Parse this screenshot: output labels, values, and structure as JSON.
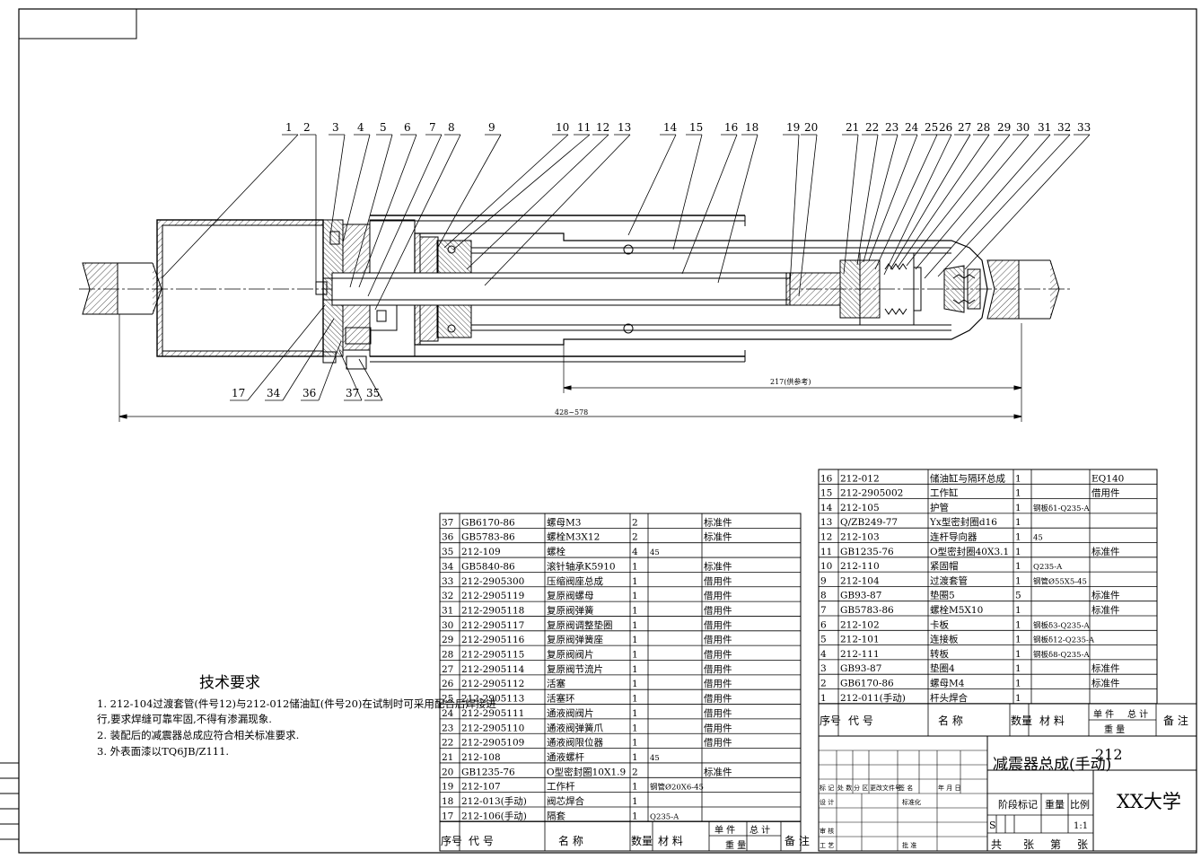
{
  "balloons": [
    "1",
    "2",
    "3",
    "4",
    "5",
    "6",
    "7",
    "8",
    "9",
    "10",
    "11",
    "12",
    "13",
    "14",
    "15",
    "16",
    "18",
    "19",
    "20",
    "21",
    "22",
    "23",
    "24",
    "25",
    "26",
    "27",
    "28",
    "29",
    "30",
    "31",
    "32",
    "33"
  ],
  "bottom_balloons": [
    "17",
    "34",
    "36",
    "37",
    "35"
  ],
  "dimensions": {
    "d217": "217(供参考)",
    "d428": "428~578"
  },
  "tech": {
    "title": "技术要求",
    "lines": [
      "1. 212-104过渡套管(件号12)与212-012储油缸(件号20)在试制时可采用配合后焊接进",
      "    行,要求焊缝可靠牢固,不得有渗漏现象.",
      "2. 装配后的减震器总成应符合相关标准要求.",
      "3. 外表面漆以TQ6JB/Z111."
    ]
  },
  "bom_left": [
    [
      "37",
      "GB6170-86",
      "螺母M3",
      "2",
      "",
      "标准件"
    ],
    [
      "36",
      "GB5783-86",
      "螺栓M3X12",
      "2",
      "",
      "标准件"
    ],
    [
      "35",
      "212-109",
      "螺栓",
      "4",
      "45",
      ""
    ],
    [
      "34",
      "GB5840-86",
      "滚针轴承K5910",
      "1",
      "",
      "标准件"
    ],
    [
      "33",
      "212-2905300",
      "压缩阀座总成",
      "1",
      "",
      "借用件"
    ],
    [
      "32",
      "212-2905119",
      "复原阀螺母",
      "1",
      "",
      "借用件"
    ],
    [
      "31",
      "212-2905118",
      "复原阀弹簧",
      "1",
      "",
      "借用件"
    ],
    [
      "30",
      "212-2905117",
      "复原阀调整垫圈",
      "1",
      "",
      "借用件"
    ],
    [
      "29",
      "212-2905116",
      "复原阀弹簧座",
      "1",
      "",
      "借用件"
    ],
    [
      "28",
      "212-2905115",
      "复原阀阀片",
      "1",
      "",
      "借用件"
    ],
    [
      "27",
      "212-2905114",
      "复原阀节流片",
      "1",
      "",
      "借用件"
    ],
    [
      "26",
      "212-2905112",
      "活塞",
      "1",
      "",
      "借用件"
    ],
    [
      "25",
      "212-2905113",
      "活塞环",
      "1",
      "",
      "借用件"
    ],
    [
      "24",
      "212-2905111",
      "通液阀阀片",
      "1",
      "",
      "借用件"
    ],
    [
      "23",
      "212-2905110",
      "通液阀弹簧爪",
      "1",
      "",
      "借用件"
    ],
    [
      "22",
      "212-2905109",
      "通液阀限位器",
      "1",
      "",
      "借用件"
    ],
    [
      "21",
      "212-108",
      "通液螺杆",
      "1",
      "45",
      ""
    ],
    [
      "20",
      "GB1235-76",
      "O型密封圈10X1.9",
      "2",
      "",
      "标准件"
    ],
    [
      "19",
      "212-107",
      "工作杆",
      "1",
      "钢管Ø20X6-45",
      ""
    ],
    [
      "18",
      "212-013(手动)",
      "阀芯焊合",
      "1",
      "",
      ""
    ],
    [
      "17",
      "212-106(手动)",
      "隔套",
      "1",
      "Q235-A",
      ""
    ]
  ],
  "bom_right": [
    [
      "16",
      "212-012",
      "储油缸与隔环总成",
      "1",
      "",
      "EQ140"
    ],
    [
      "15",
      "212-2905002",
      "工作缸",
      "1",
      "",
      "借用件"
    ],
    [
      "14",
      "212-105",
      "护管",
      "1",
      "钢板δ1-Q235-A",
      ""
    ],
    [
      "13",
      "Q/ZB249-77",
      "Yx型密封圈d16",
      "1",
      "",
      ""
    ],
    [
      "12",
      "212-103",
      "连杆导向器",
      "1",
      "45",
      ""
    ],
    [
      "11",
      "GB1235-76",
      "O型密封圈40X3.1",
      "1",
      "",
      "标准件"
    ],
    [
      "10",
      "212-110",
      "紧固帽",
      "1",
      "Q235-A",
      ""
    ],
    [
      "9",
      "212-104",
      "过渡套管",
      "1",
      "钢管Ø55X5-45",
      ""
    ],
    [
      "8",
      "GB93-87",
      "垫圈5",
      "5",
      "",
      "标准件"
    ],
    [
      "7",
      "GB5783-86",
      "螺栓M5X10",
      "1",
      "",
      "标准件"
    ],
    [
      "6",
      "212-102",
      "卡板",
      "1",
      "钢板δ3-Q235-A",
      ""
    ],
    [
      "5",
      "212-101",
      "连接板",
      "1",
      "钢板δ12-Q235-A",
      ""
    ],
    [
      "4",
      "212-111",
      "转板",
      "1",
      "钢板δ8-Q235-A",
      ""
    ],
    [
      "3",
      "GB93-87",
      "垫圈4",
      "1",
      "",
      "标准件"
    ],
    [
      "2",
      "GB6170-86",
      "螺母M4",
      "1",
      "",
      "标准件"
    ],
    [
      "1",
      "212-011(手动)",
      "杆头焊合",
      "1",
      "",
      ""
    ]
  ],
  "bom_header": {
    "seq": "序号",
    "code": "代    号",
    "name": "名    称",
    "qty": "数量",
    "mat": "材  料",
    "unit": "单  件",
    "total": "总  计",
    "weight": "重    量",
    "remark": "备  注"
  },
  "title_block": {
    "title": "减震器总成(手动)",
    "drawing_no": "212",
    "school": "XX大学",
    "stage": "阶段标记",
    "mass": "重量",
    "ratio": "比例",
    "ratio_val": "1:1",
    "stage_s": "S",
    "sheets": [
      "共",
      "张",
      "第",
      "张"
    ],
    "rev": [
      "标 记",
      "处 数",
      "分 区",
      "更改文件号",
      "签 名",
      "年 月 日"
    ],
    "design": "设 计",
    "std": "标准化",
    "check": "审 核",
    "craft": "工 艺",
    "approve": "批 准"
  }
}
